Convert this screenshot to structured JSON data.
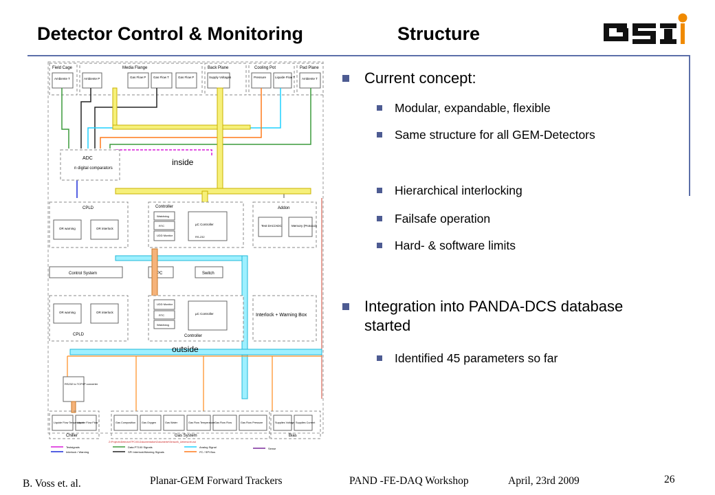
{
  "title": {
    "main": "Detector Control & Monitoring",
    "sub": "Structure"
  },
  "logo": {
    "text": "GSI",
    "icon": "gsi-logo"
  },
  "colors": {
    "accent": "#4d5b92",
    "rule": "#5b6ea8"
  },
  "bullets": [
    {
      "text": "Current concept:",
      "children": [
        "Modular, expandable, flexible",
        "Same structure for all GEM-Detectors",
        "Hierarchical interlocking",
        "Failsafe operation",
        "Hard- & software limits"
      ]
    },
    {
      "text": "Integration into PANDA-DCS database started",
      "children": [
        "Identified 45 parameters so far"
      ]
    }
  ],
  "diagram": {
    "top_boxes": [
      "Field Cage",
      "Media Flange",
      "Back Plane",
      "Cooling Pot",
      "Pad Plane"
    ],
    "sensors": [
      "Ambiente T",
      "Ambiente P",
      "Gas Flow P",
      "Gas Flow T",
      "Gas Flow P",
      "Supply Voltages",
      "Pressure",
      "Liquide Flow T",
      "Ambiente T"
    ],
    "adc": "ADC",
    "comparators": "n digital comparators",
    "inside": "inside",
    "outside": "outside",
    "cpld": "CPLD",
    "controller": "Controller",
    "addon": "Addon",
    "or_warning": "OR warning",
    "or_interlock": "OR interlock",
    "watchdog": "Watchdog",
    "rtc": "RTC",
    "udd": "UDD Monitor",
    "uc": "µC Controller",
    "rs232": "RS-232",
    "test_dac": "Test DAC/ADC",
    "memory": "Memory (Protocol)",
    "control_system": "Control System",
    "pc": "PC",
    "switch": "Switch",
    "interlock_box": "Interlock + Warning Box",
    "rs232_tcp": "RS232 to TCP/IP converter",
    "chiller": "Chiller",
    "gas_system": "Gas System",
    "bias": "Bias",
    "chiller_items": [
      "Liquide Flow Temperature",
      "Liquide Flow Flow"
    ],
    "gas_items": [
      "Gas Composition",
      "Gas Oxygen",
      "Gas Water",
      "Gas Flow Temperature",
      "Gas Flow Flow",
      "Gas Flow Pressure"
    ],
    "bias_items": [
      "Supplies Voltage",
      "Supplies Current"
    ],
    "path": "Z:\\Projects\\Detector\\TPC\\00-Dokumentation\\Dokumente\\Sensorik_Uebersicht.vsd",
    "legend": [
      "Testsignals",
      "Interlock / Warning",
      "Data PT100 Signals",
      "SPI Interlock/Warning Signals",
      "Analog Signal",
      "I²C / SPI Bus",
      "Sense"
    ]
  },
  "footer": {
    "author": "B. Voss et. al.",
    "event": "Planar-GEM Forward Trackers",
    "workshop": "PAND -FE-DAQ Workshop",
    "date": "April, 23rd 2009",
    "page": "26"
  }
}
